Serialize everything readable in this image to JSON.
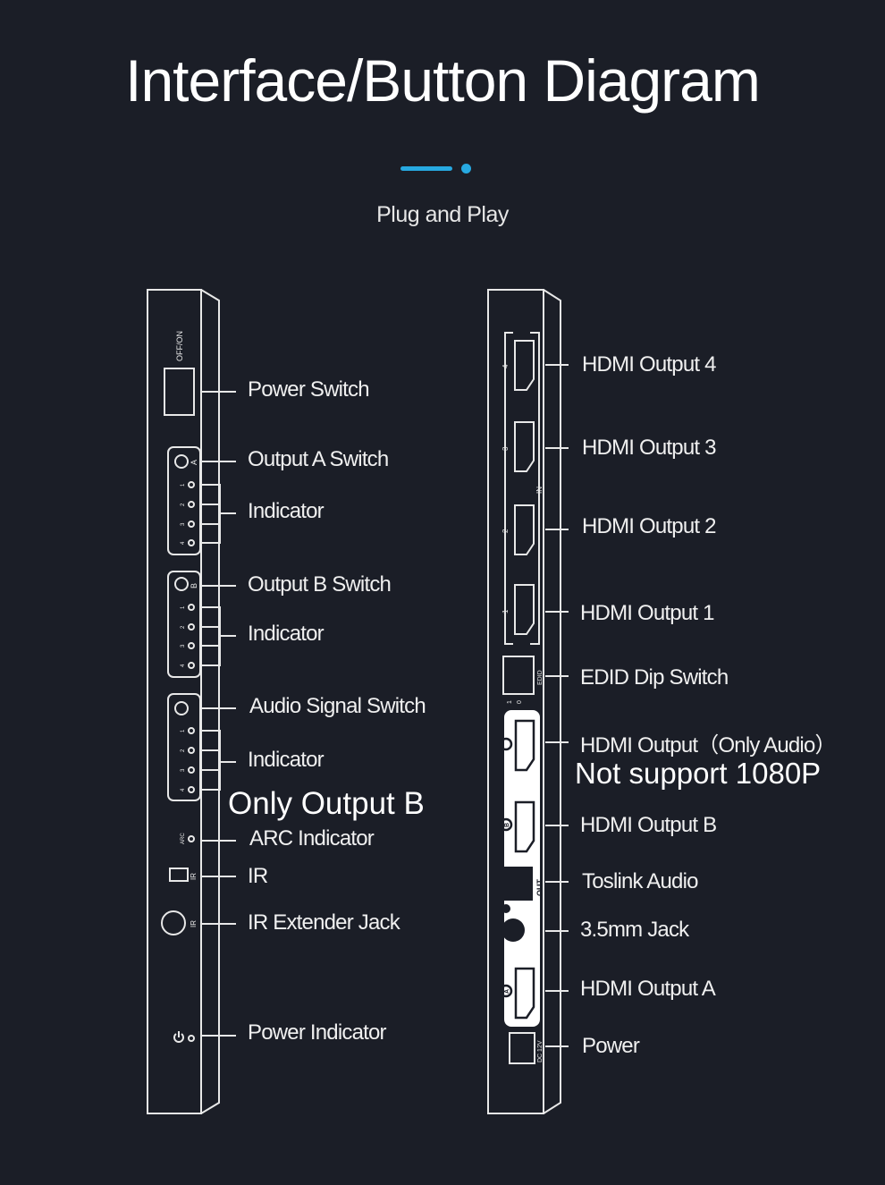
{
  "header": {
    "title": "Interface/Button Diagram",
    "subtitle": "Plug and Play"
  },
  "colors": {
    "background": "#1b1e27",
    "accent": "#27a9e1",
    "line": "#e8e8e8"
  },
  "left_panel": {
    "switch_text": "OFF/ON",
    "marks": {
      "a": "A",
      "b": "B",
      "arc": "ARC",
      "ir": "IR",
      "port_numbers": [
        "1",
        "2",
        "3",
        "4"
      ]
    },
    "labels": {
      "power_switch": "Power Switch",
      "output_a_switch": "Output A Switch",
      "indicator_a": "Indicator",
      "output_b_switch": "Output B Switch",
      "indicator_b": "Indicator",
      "audio_signal_switch": "Audio Signal Switch",
      "indicator_audio": "Indicator",
      "only_output_b": "Only Output B",
      "arc_indicator": "ARC Indicator",
      "ir": "IR",
      "ir_extender_jack": "IR Extender Jack",
      "power_indicator": "Power Indicator"
    }
  },
  "right_panel": {
    "marks": {
      "in": "IN",
      "edid": "EDID",
      "dip_numbers": [
        "1",
        "0"
      ],
      "out": "OUT",
      "a": "A",
      "b": "B",
      "dc": "DC 12V",
      "port_numbers": [
        "4",
        "3",
        "2",
        "1"
      ]
    },
    "labels": {
      "hdmi_output_4": "HDMI Output 4",
      "hdmi_output_3": "HDMI Output 3",
      "hdmi_output_2": "HDMI Output 2",
      "hdmi_output_1": "HDMI Output 1",
      "edid_dip_switch": "EDID Dip Switch",
      "hdmi_output_only_audio": "HDMI Output（Only Audio）",
      "not_support_1080p": "Not support 1080P",
      "hdmi_output_b": "HDMI Output B",
      "toslink_audio": "Toslink Audio",
      "jack_35mm": "3.5mm Jack",
      "hdmi_output_a": "HDMI Output A",
      "power": "Power"
    }
  }
}
